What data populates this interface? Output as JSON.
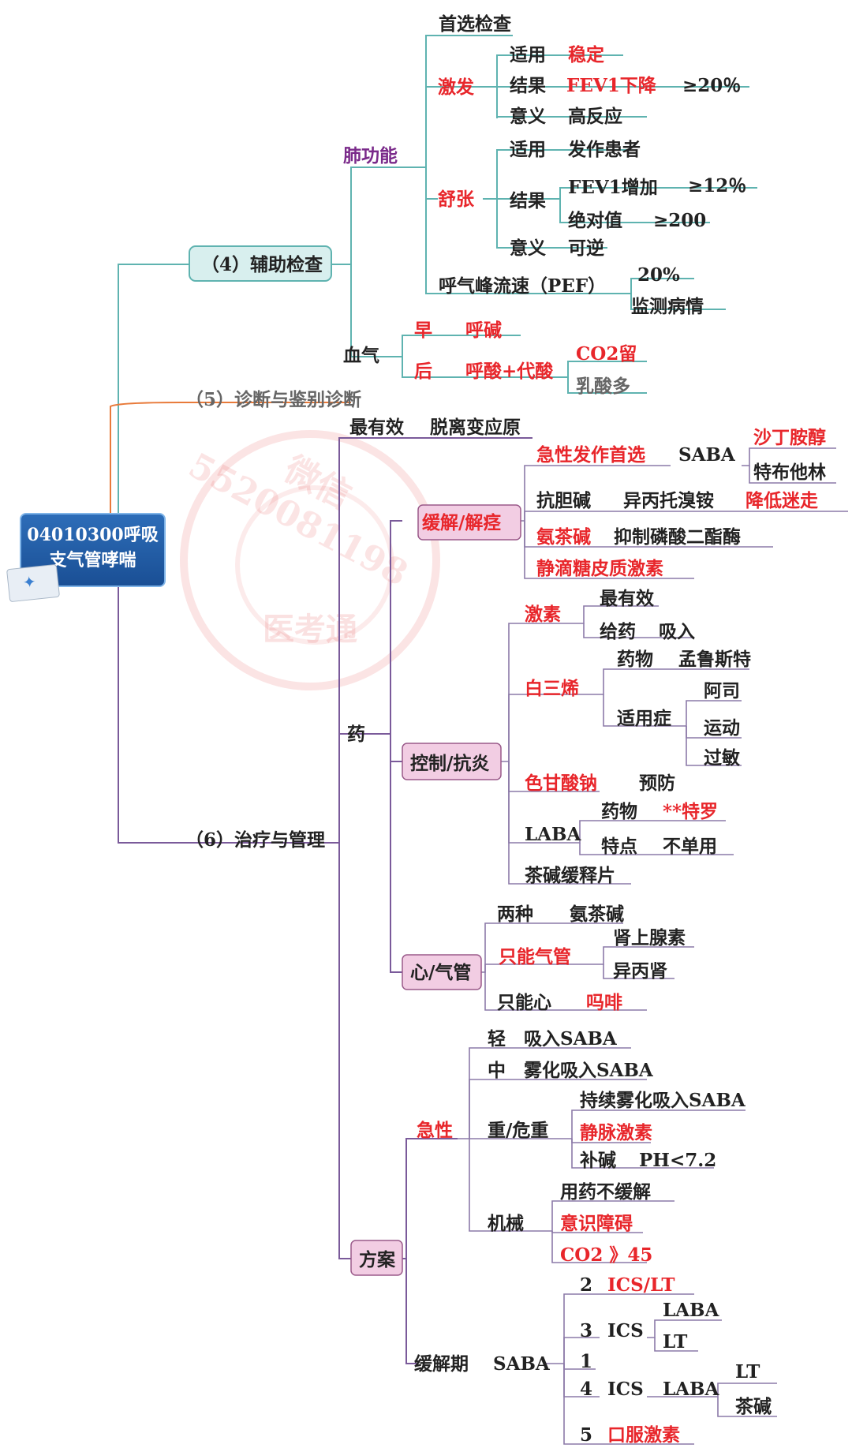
{
  "root": {
    "line1": "04010300呼吸",
    "line2": "支气管哮喘"
  },
  "watermark": {
    "text": "医考通",
    "id": "微信 5520081198"
  },
  "nodes": [
    {
      "id": "aux",
      "text": "（4）辅助检查",
      "color": "#222222"
    },
    {
      "id": "lung",
      "text": "肺功能",
      "color": "#7a2a8a"
    },
    {
      "id": "first",
      "text": "首选检查",
      "color": "#222222"
    },
    {
      "id": "prov",
      "text": "激发",
      "color": "#e8262b"
    },
    {
      "id": "prov_fit",
      "text": "适用",
      "color": "#222222"
    },
    {
      "id": "prov_fit_v",
      "text": "稳定",
      "color": "#e8262b"
    },
    {
      "id": "prov_res",
      "text": "结果",
      "color": "#222222"
    },
    {
      "id": "prov_res_v",
      "text": "FEV1下降",
      "color": "#e8262b"
    },
    {
      "id": "prov_res_v2",
      "text": "≥20％",
      "color": "#222222"
    },
    {
      "id": "prov_sig",
      "text": "意义",
      "color": "#222222"
    },
    {
      "id": "prov_sig_v",
      "text": "高反应",
      "color": "#222222"
    },
    {
      "id": "dil",
      "text": "舒张",
      "color": "#e8262b"
    },
    {
      "id": "dil_fit",
      "text": "适用",
      "color": "#222222"
    },
    {
      "id": "dil_fit_v",
      "text": "发作患者",
      "color": "#222222"
    },
    {
      "id": "dil_res",
      "text": "结果",
      "color": "#222222"
    },
    {
      "id": "dil_res_v",
      "text": "FEV1增加",
      "color": "#222222"
    },
    {
      "id": "dil_res_v2",
      "text": "≥12％",
      "color": "#222222"
    },
    {
      "id": "dil_abs",
      "text": "绝对值",
      "color": "#222222"
    },
    {
      "id": "dil_abs_v",
      "text": "≥200",
      "color": "#222222"
    },
    {
      "id": "dil_sig",
      "text": "意义",
      "color": "#222222"
    },
    {
      "id": "dil_sig_v",
      "text": "可逆",
      "color": "#222222"
    },
    {
      "id": "pef",
      "text": "呼气峰流速（PEF）",
      "color": "#222222"
    },
    {
      "id": "pef_v1",
      "text": "20%",
      "color": "#222222"
    },
    {
      "id": "pef_v2",
      "text": "监测病情",
      "color": "#222222"
    },
    {
      "id": "bg",
      "text": "血气",
      "color": "#222222"
    },
    {
      "id": "bg_early",
      "text": "早",
      "color": "#e8262b"
    },
    {
      "id": "bg_early_v",
      "text": "呼碱",
      "color": "#e8262b"
    },
    {
      "id": "bg_late",
      "text": "后",
      "color": "#e8262b"
    },
    {
      "id": "bg_late_v",
      "text": "呼酸+代酸",
      "color": "#e8262b"
    },
    {
      "id": "bg_co2",
      "text": "CO2留",
      "color": "#e8262b"
    },
    {
      "id": "bg_lac",
      "text": "乳酸多",
      "color": "#666666"
    },
    {
      "id": "diag",
      "text": "（5）诊断与鉴别诊断",
      "color": "#666666"
    },
    {
      "id": "treat",
      "text": "（6）治疗与管理",
      "color": "#222222"
    },
    {
      "id": "best",
      "text": "最有效",
      "color": "#222222"
    },
    {
      "id": "best_v",
      "text": "脱离变应原",
      "color": "#222222"
    },
    {
      "id": "drug",
      "text": "药",
      "color": "#222222"
    },
    {
      "id": "relief",
      "text": "缓解/解痉",
      "color": "#e8262b"
    },
    {
      "id": "acute_first",
      "text": "急性发作首选",
      "color": "#e8262b"
    },
    {
      "id": "saba",
      "text": "SABA",
      "color": "#222222"
    },
    {
      "id": "salb",
      "text": "沙丁胺醇",
      "color": "#e8262b"
    },
    {
      "id": "terb",
      "text": "特布他林",
      "color": "#222222"
    },
    {
      "id": "antichol",
      "text": "抗胆碱",
      "color": "#222222"
    },
    {
      "id": "ipra",
      "text": "异丙托溴铵",
      "color": "#222222"
    },
    {
      "id": "lower",
      "text": "降低迷走",
      "color": "#e8262b"
    },
    {
      "id": "amino",
      "text": "氨茶碱",
      "color": "#e8262b"
    },
    {
      "id": "pde",
      "text": "抑制磷酸二酯酶",
      "color": "#222222"
    },
    {
      "id": "ivcs",
      "text": "静滴糖皮质激素",
      "color": "#e8262b"
    },
    {
      "id": "control",
      "text": "控制/抗炎",
      "color": "#222222"
    },
    {
      "id": "hormone",
      "text": "激素",
      "color": "#e8262b"
    },
    {
      "id": "hormone_best",
      "text": "最有效",
      "color": "#222222"
    },
    {
      "id": "hormone_give",
      "text": "给药",
      "color": "#222222"
    },
    {
      "id": "hormone_inh",
      "text": "吸入",
      "color": "#222222"
    },
    {
      "id": "leuk",
      "text": "白三烯",
      "color": "#e8262b"
    },
    {
      "id": "leuk_drug",
      "text": "药物",
      "color": "#222222"
    },
    {
      "id": "leuk_mont",
      "text": "孟鲁斯特",
      "color": "#222222"
    },
    {
      "id": "leuk_ind",
      "text": "适用症",
      "color": "#222222"
    },
    {
      "id": "leuk_asp",
      "text": "阿司",
      "color": "#222222"
    },
    {
      "id": "leuk_ex",
      "text": "运动",
      "color": "#222222"
    },
    {
      "id": "leuk_all",
      "text": "过敏",
      "color": "#222222"
    },
    {
      "id": "crom",
      "text": "色甘酸钠",
      "color": "#e8262b"
    },
    {
      "id": "crom_v",
      "text": "预防",
      "color": "#222222"
    },
    {
      "id": "laba",
      "text": "LABA",
      "color": "#222222"
    },
    {
      "id": "laba_drug",
      "text": "药物",
      "color": "#222222"
    },
    {
      "id": "laba_terol",
      "text": "**特罗",
      "color": "#e8262b"
    },
    {
      "id": "laba_feat",
      "text": "特点",
      "color": "#222222"
    },
    {
      "id": "laba_feat_v",
      "text": "不单用",
      "color": "#222222"
    },
    {
      "id": "theo_sr",
      "text": "茶碱缓释片",
      "color": "#222222"
    },
    {
      "id": "heart",
      "text": "心/气管",
      "color": "#222222"
    },
    {
      "id": "both",
      "text": "两种",
      "color": "#222222"
    },
    {
      "id": "both_v",
      "text": "氨茶碱",
      "color": "#222222"
    },
    {
      "id": "airway_only",
      "text": "只能气管",
      "color": "#e8262b"
    },
    {
      "id": "epi",
      "text": "肾上腺素",
      "color": "#222222"
    },
    {
      "id": "iso",
      "text": "异丙肾",
      "color": "#222222"
    },
    {
      "id": "heart_only",
      "text": "只能心",
      "color": "#222222"
    },
    {
      "id": "morph",
      "text": "吗啡",
      "color": "#e8262b"
    },
    {
      "id": "plan",
      "text": "方案",
      "color": "#222222"
    },
    {
      "id": "acute",
      "text": "急性",
      "color": "#e8262b"
    },
    {
      "id": "mild",
      "text": "轻",
      "color": "#222222"
    },
    {
      "id": "mild_v",
      "text": "吸入SABA",
      "color": "#222222"
    },
    {
      "id": "mod",
      "text": "中",
      "color": "#222222"
    },
    {
      "id": "mod_v",
      "text": "雾化吸入SABA",
      "color": "#222222"
    },
    {
      "id": "sev",
      "text": "重/危重",
      "color": "#222222"
    },
    {
      "id": "sev_v1",
      "text": "持续雾化吸入SABA",
      "color": "#222222"
    },
    {
      "id": "sev_v2",
      "text": "静脉激素",
      "color": "#e8262b"
    },
    {
      "id": "sev_v3",
      "text": "补碱",
      "color": "#222222"
    },
    {
      "id": "sev_v3b",
      "text": "PH<7.2",
      "color": "#222222"
    },
    {
      "id": "mech",
      "text": "机械",
      "color": "#222222"
    },
    {
      "id": "mech_v1",
      "text": "用药不缓解",
      "color": "#222222"
    },
    {
      "id": "mech_v2",
      "text": "意识障碍",
      "color": "#e8262b"
    },
    {
      "id": "mech_v3",
      "text": "CO2 》45",
      "color": "#e8262b"
    },
    {
      "id": "remis",
      "text": "缓解期",
      "color": "#222222"
    },
    {
      "id": "remis_saba",
      "text": "SABA",
      "color": "#222222"
    },
    {
      "id": "s2",
      "text": "2",
      "color": "#222222"
    },
    {
      "id": "s2_v",
      "text": "ICS/LT",
      "color": "#e8262b"
    },
    {
      "id": "s3",
      "text": "3",
      "color": "#222222"
    },
    {
      "id": "s3_ics",
      "text": "ICS",
      "color": "#222222"
    },
    {
      "id": "s3_laba",
      "text": "LABA",
      "color": "#222222"
    },
    {
      "id": "s3_lt",
      "text": "LT",
      "color": "#222222"
    },
    {
      "id": "s1",
      "text": "1",
      "color": "#222222"
    },
    {
      "id": "s4",
      "text": "4",
      "color": "#222222"
    },
    {
      "id": "s4_ics",
      "text": "ICS",
      "color": "#222222"
    },
    {
      "id": "s4_laba",
      "text": "LABA",
      "color": "#222222"
    },
    {
      "id": "s4_lt",
      "text": "LT",
      "color": "#222222"
    },
    {
      "id": "s4_theo",
      "text": "茶碱",
      "color": "#222222"
    },
    {
      "id": "s5",
      "text": "5",
      "color": "#222222"
    },
    {
      "id": "s5_v",
      "text": "口服激素",
      "color": "#e8262b"
    }
  ]
}
